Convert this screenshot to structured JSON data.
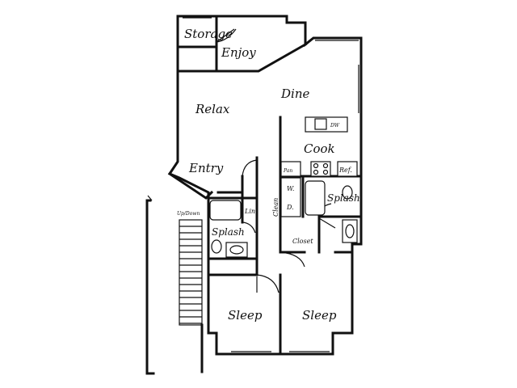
{
  "rooms": {
    "storage": "Storage",
    "enjoy": "Enjoy",
    "dine": "Dine",
    "relax": "Relax",
    "cook": "Cook",
    "entry": "Entry",
    "splash_hall": "Splash",
    "splash_master": "Splash",
    "closet": "Closet",
    "clean": "Clean",
    "lin": "Lin.",
    "sleep_left": "Sleep",
    "sleep_right": "Sleep"
  },
  "fixtures": {
    "pan": "Pan",
    "ref": "Ref.",
    "dw": "DW",
    "washer": "W.",
    "dryer": "D."
  },
  "stairs": {
    "label": "Up/Down"
  }
}
